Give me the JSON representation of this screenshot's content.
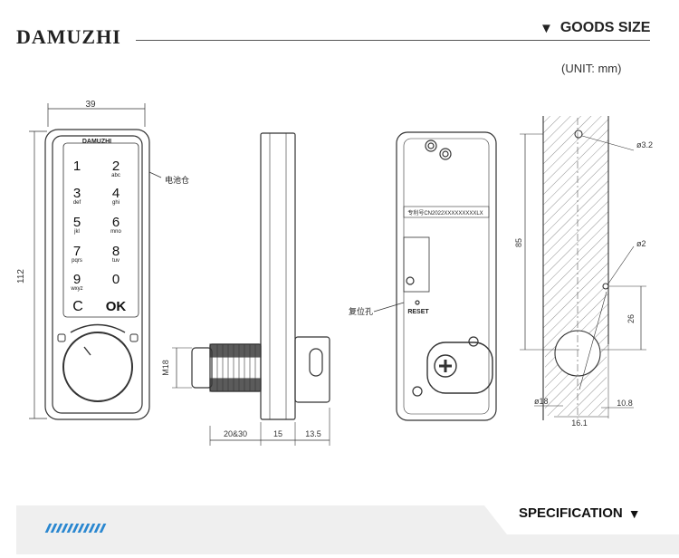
{
  "header": {
    "brand": "DAMUZHI",
    "section_title": "GOODS SIZE",
    "section_icon": "down-triangle-icon",
    "unit": "(UNIT:  mm)"
  },
  "front_view": {
    "width_dim": "39",
    "height_dim": "112",
    "label_brand": "DAMUZHI",
    "battery_label": "电池仓",
    "keys": [
      {
        "num": "1",
        "letters": ""
      },
      {
        "num": "2",
        "letters": "abc"
      },
      {
        "num": "3",
        "letters": "def"
      },
      {
        "num": "4",
        "letters": "ghi"
      },
      {
        "num": "5",
        "letters": "jkl"
      },
      {
        "num": "6",
        "letters": "mno"
      },
      {
        "num": "7",
        "letters": "pqrs"
      },
      {
        "num": "8",
        "letters": "tuv"
      },
      {
        "num": "9",
        "letters": "wxyz"
      },
      {
        "num": "0",
        "letters": ""
      },
      {
        "num": "C",
        "letters": ""
      },
      {
        "num": "OK",
        "letters": ""
      }
    ]
  },
  "side_view": {
    "thread_dim": "M18",
    "dims": [
      "20&30",
      "15",
      "13.5"
    ]
  },
  "back_view": {
    "serial": "专利号CN2022XXXXXXXXXLX",
    "reset_hole_label": "复位孔",
    "reset_text": "RESET"
  },
  "cutout_view": {
    "hole_small": "ø3.2",
    "hole_mid": "ø2",
    "hole_large": "ø18",
    "height_85": "85",
    "height_26": "26",
    "width_10_8": "10.8",
    "width_16_1": "16.1"
  },
  "footer": {
    "section_title": "SPECIFICATION",
    "section_icon": "down-triangle-icon"
  },
  "colors": {
    "line": "#333333",
    "accent_blue": "#2a87d0",
    "footer_band": "#efefef"
  }
}
